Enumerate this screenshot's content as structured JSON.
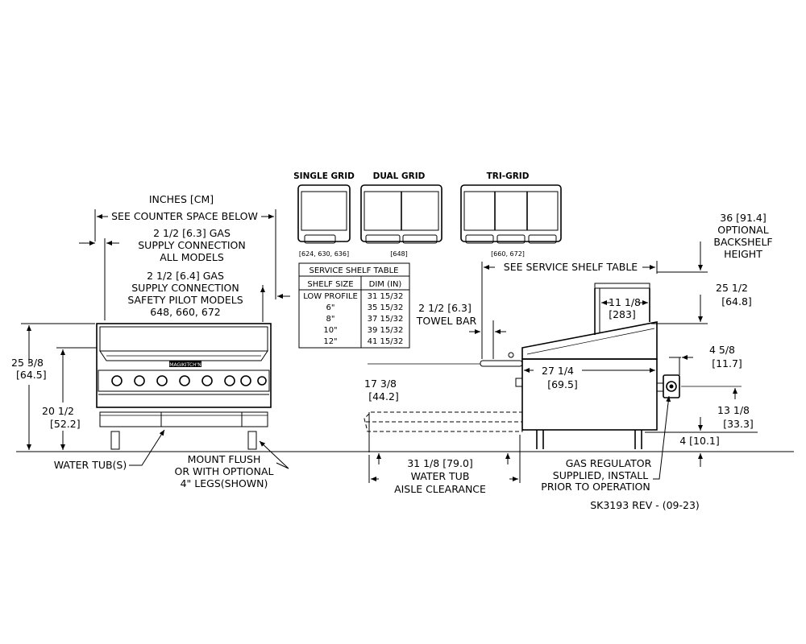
{
  "grid_options": {
    "single": {
      "title": "SINGLE GRID",
      "models": "[624, 630, 636]"
    },
    "dual": {
      "title": "DUAL GRID",
      "models": "[648]"
    },
    "tri": {
      "title": "TRI-GRID",
      "models": "[660, 672]"
    }
  },
  "front_view": {
    "units": "INCHES [CM]",
    "counter_space": "SEE COUNTER SPACE BELOW",
    "gas_all_1": "2 1/2 [6.3] GAS",
    "gas_all_2": "SUPPLY CONNECTION",
    "gas_all_3": "ALL MODELS",
    "gas_pilot_1": "2 1/2 [6.4] GAS",
    "gas_pilot_2": "SUPPLY CONNECTION",
    "gas_pilot_3": "SAFETY PILOT MODELS",
    "gas_pilot_4": "648, 660, 672",
    "height_total_in": "25 3/8",
    "height_total_cm": "[64.5]",
    "height_top_in": "20 1/2",
    "height_top_cm": "[52.2]",
    "water_tubs": "WATER TUB(S)",
    "mount_1": "MOUNT FLUSH",
    "mount_2": "OR WITH OPTIONAL",
    "mount_3": "4\" LEGS(SHOWN)",
    "brand": "MAGIKITCH'N"
  },
  "shelf_table": {
    "title": "SERVICE SHELF TABLE",
    "headers": [
      "SHELF SIZE",
      "DIM (IN)"
    ],
    "rows": [
      [
        "LOW PROFILE",
        "31  15/32"
      ],
      [
        "6\"",
        "35  15/32"
      ],
      [
        "8\"",
        "37  15/32"
      ],
      [
        "10\"",
        "39  15/32"
      ],
      [
        "12\"",
        "41  15/32"
      ]
    ]
  },
  "side_view": {
    "see_shelf_table": "SEE SERVICE SHELF TABLE",
    "towel_bar_dim": "2 1/2 [6.3]",
    "towel_bar": "TOWEL BAR",
    "depth_water_in": "17 3/8",
    "depth_water_cm": "[44.2]",
    "depth_in": "27 1/4",
    "depth_cm": "[69.5]",
    "shelf_width_in": "11 1/8",
    "shelf_width_cm": "[283]",
    "backshelf_1": "36 [91.4]",
    "backshelf_2": "OPTIONAL",
    "backshelf_3": "BACKSHELF",
    "backshelf_4": "HEIGHT",
    "shelf_h_in": "25 1/2",
    "shelf_h_cm": "[64.8]",
    "reg_off_in": "4 5/8",
    "reg_off_cm": "[11.7]",
    "reg_h_in": "13 1/8",
    "reg_h_cm": "[33.3]",
    "leg_h": "4 [10.1]",
    "aisle_1": "31 1/8 [79.0]",
    "aisle_2": "WATER TUB",
    "aisle_3": "AISLE CLEARANCE",
    "gas_reg_1": "GAS REGULATOR",
    "gas_reg_2": "SUPPLIED, INSTALL",
    "gas_reg_3": "PRIOR TO OPERATION"
  },
  "drawing_id": "SK3193 REV - (09-23)"
}
